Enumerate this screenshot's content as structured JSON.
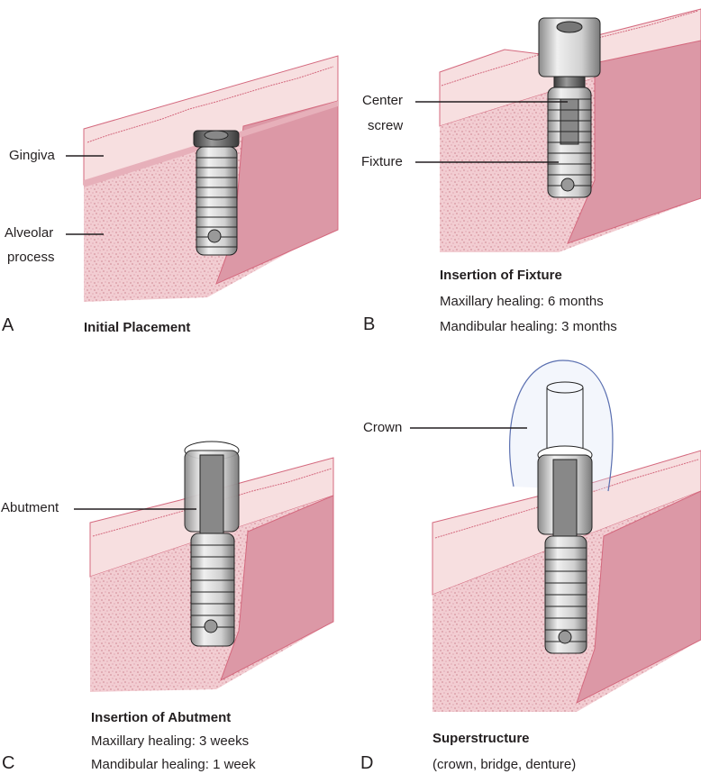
{
  "figure": {
    "title": "Stages of dental implant placement",
    "colors": {
      "gingiva": "#f6dcdd",
      "gingiva_line": "#d4697e",
      "bone_stipple": "#efc3c8",
      "bone_dots": "#b85a6a",
      "soft_tissue": "#dc98a6",
      "metal_light": "#e6e6e6",
      "metal_mid": "#a8a8a8",
      "metal_dark": "#555555",
      "crown_outline": "#5a6fb0",
      "label_text": "#231f20"
    },
    "panels": [
      {
        "id": "A",
        "letter": "A",
        "title": "Initial Placement",
        "details": [],
        "labels": [
          "Gingiva",
          "Alveolar process"
        ]
      },
      {
        "id": "B",
        "letter": "B",
        "title": "Insertion of Fixture",
        "details": [
          "Maxillary healing: 6 months",
          "Mandibular healing: 3 months"
        ],
        "labels": [
          "Center screw",
          "Fixture"
        ]
      },
      {
        "id": "C",
        "letter": "C",
        "title": "Insertion of Abutment",
        "details": [
          "Maxillary healing: 3 weeks",
          "Mandibular healing: 1 week"
        ],
        "labels": [
          "Abutment"
        ]
      },
      {
        "id": "D",
        "letter": "D",
        "title": "Superstructure",
        "details": [
          "(crown, bridge, denture)"
        ],
        "labels": [
          "Crown"
        ]
      }
    ],
    "callouts": {
      "gingiva": "Gingiva",
      "alveolar_1": "Alveolar",
      "alveolar_2": "process",
      "center_1": "Center",
      "center_2": "screw",
      "fixture": "Fixture",
      "abutment": "Abutment",
      "crown": "Crown"
    }
  }
}
